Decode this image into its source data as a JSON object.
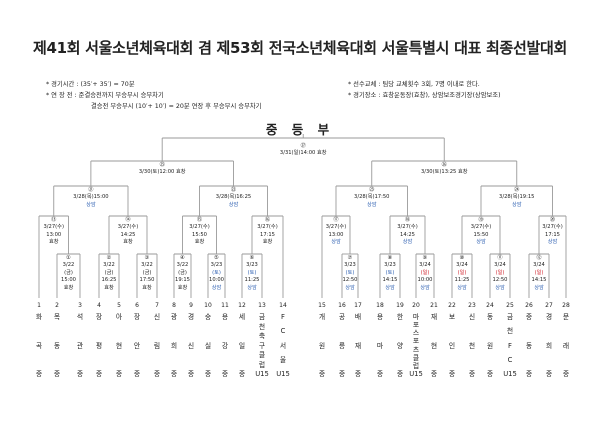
{
  "title": "제41회 서울소년체육대회 겸 제53회 전국소년체육대회 서울특별시 대표 최종선발대회",
  "notes_left": [
    "* 경기시간 : (35′+ 35′) = 70분",
    "* 연 장 전 : 준결승전까지 무승부시 승부차기",
    "결승전 무승부시 (10′+ 10′) = 20분 연장 후 무승부시 승부차기"
  ],
  "notes_right": [
    "* 선수교체 : 팀당 교체횟수 3회, 7명 이내로 한다.",
    "* 경기장소 : 효창운동장(효창), 상암보조경기장(상암보조)"
  ],
  "division": "중 등 부",
  "colors": {
    "blue": "#2a5db0",
    "red": "#d0202a",
    "line": "#9a9a9a"
  },
  "teams": [
    {
      "no": "1",
      "parts": [
        "화",
        "곡",
        "중"
      ]
    },
    {
      "no": "2",
      "parts": [
        "목",
        "동",
        "중"
      ]
    },
    {
      "no": "3",
      "parts": [
        "석",
        "관",
        "중"
      ]
    },
    {
      "no": "4",
      "parts": [
        "장",
        "평",
        "중"
      ]
    },
    {
      "no": "5",
      "parts": [
        "아",
        "현",
        "중"
      ]
    },
    {
      "no": "6",
      "parts": [
        "장",
        "안",
        "중"
      ]
    },
    {
      "no": "7",
      "parts": [
        "신",
        "림",
        "중"
      ]
    },
    {
      "no": "8",
      "parts": [
        "광",
        "희",
        "중"
      ]
    },
    {
      "no": "9",
      "parts": [
        "경",
        "신",
        "중"
      ]
    },
    {
      "no": "10",
      "parts": [
        "숭",
        "실",
        "중"
      ]
    },
    {
      "no": "11",
      "parts": [
        "용",
        "강",
        "중"
      ]
    },
    {
      "no": "12",
      "parts": [
        "세",
        "일",
        "중"
      ]
    },
    {
      "no": "13",
      "parts": [
        "금",
        "천",
        "축",
        "구",
        "클",
        "럽",
        "U15"
      ]
    },
    {
      "no": "14",
      "parts": [
        "F",
        "C",
        "서",
        "울",
        "U15"
      ]
    },
    {
      "no": "15",
      "parts": [
        "개",
        "원",
        "중"
      ]
    },
    {
      "no": "16",
      "parts": [
        "공",
        "릉",
        "중"
      ]
    },
    {
      "no": "17",
      "parts": [
        "배",
        "재",
        "중"
      ]
    },
    {
      "no": "18",
      "parts": [
        "용",
        "마",
        "중"
      ]
    },
    {
      "no": "19",
      "parts": [
        "한",
        "양",
        "중"
      ]
    },
    {
      "no": "20",
      "parts": [
        "마",
        "포",
        "스",
        "포",
        "츠",
        "클",
        "럽",
        "U15"
      ]
    },
    {
      "no": "21",
      "parts": [
        "재",
        "현",
        "중"
      ]
    },
    {
      "no": "22",
      "parts": [
        "보",
        "인",
        "중"
      ]
    },
    {
      "no": "23",
      "parts": [
        "신",
        "천",
        "중"
      ]
    },
    {
      "no": "24",
      "parts": [
        "동",
        "원",
        "중"
      ]
    },
    {
      "no": "25",
      "parts": [
        "금",
        "천",
        "F",
        "C",
        "U15"
      ]
    },
    {
      "no": "26",
      "parts": [
        "중",
        "동",
        "중"
      ]
    },
    {
      "no": "27",
      "parts": [
        "경",
        "희",
        "중"
      ]
    },
    {
      "no": "28",
      "parts": [
        "문",
        "래",
        "중"
      ]
    }
  ],
  "matches": [
    {
      "id": 1,
      "no": "①",
      "round": 1,
      "between": [
        "t2",
        "t3"
      ],
      "lines": [
        {
          "t": "3/22"
        },
        {
          "t": "(금)"
        },
        {
          "t": "15:00"
        },
        {
          "t": "효창"
        }
      ]
    },
    {
      "id": 2,
      "no": "②",
      "round": 1,
      "between": [
        "t4",
        "t5"
      ],
      "lines": [
        {
          "t": "3/22"
        },
        {
          "t": "(금)"
        },
        {
          "t": "16:25"
        },
        {
          "t": "효창"
        }
      ]
    },
    {
      "id": 3,
      "no": "③",
      "round": 1,
      "between": [
        "t6",
        "t7"
      ],
      "lines": [
        {
          "t": "3/22"
        },
        {
          "t": "(금)"
        },
        {
          "t": "17:50"
        },
        {
          "t": "효창"
        }
      ]
    },
    {
      "id": 4,
      "no": "④",
      "round": 1,
      "between": [
        "t8",
        "t9"
      ],
      "lines": [
        {
          "t": "3/22"
        },
        {
          "t": "(금)"
        },
        {
          "t": "19:15"
        },
        {
          "t": "효창"
        }
      ]
    },
    {
      "id": 5,
      "no": "⑤",
      "round": 1,
      "between": [
        "t10",
        "t11"
      ],
      "lines": [
        {
          "t": "3/23"
        },
        {
          "t": "(토)",
          "c": "blue"
        },
        {
          "t": "10:00"
        },
        {
          "t": "상암",
          "c": "blue"
        }
      ]
    },
    {
      "id": 6,
      "no": "⑥",
      "round": 1,
      "between": [
        "t12",
        "t13"
      ],
      "lines": [
        {
          "t": "3/23"
        },
        {
          "t": "(토)",
          "c": "blue"
        },
        {
          "t": "11:25"
        },
        {
          "t": "상암",
          "c": "blue"
        }
      ]
    },
    {
      "id": 7,
      "no": "⑦",
      "round": 1,
      "between": [
        "t16",
        "t17"
      ],
      "lines": [
        {
          "t": "3/23"
        },
        {
          "t": "(토)",
          "c": "blue"
        },
        {
          "t": "12:50"
        },
        {
          "t": "상암",
          "c": "blue"
        }
      ]
    },
    {
      "id": 8,
      "no": "⑧",
      "round": 1,
      "between": [
        "t18",
        "t19"
      ],
      "lines": [
        {
          "t": "3/23"
        },
        {
          "t": "(토)",
          "c": "blue"
        },
        {
          "t": "14:15"
        },
        {
          "t": "상암",
          "c": "blue"
        }
      ]
    },
    {
      "id": 9,
      "no": "⑨",
      "round": 1,
      "between": [
        "t20",
        "t21"
      ],
      "lines": [
        {
          "t": "3/24"
        },
        {
          "t": "(일)",
          "c": "red"
        },
        {
          "t": "10:00"
        },
        {
          "t": "상암",
          "c": "blue"
        }
      ]
    },
    {
      "id": 10,
      "no": "⑩",
      "round": 1,
      "between": [
        "t22",
        "t23"
      ],
      "lines": [
        {
          "t": "3/24"
        },
        {
          "t": "(일)",
          "c": "red"
        },
        {
          "t": "11:25"
        },
        {
          "t": "상암",
          "c": "blue"
        }
      ]
    },
    {
      "id": 11,
      "no": "⑪",
      "round": 1,
      "between": [
        "t24",
        "t25"
      ],
      "lines": [
        {
          "t": "3/24"
        },
        {
          "t": "(일)",
          "c": "red"
        },
        {
          "t": "12:50"
        },
        {
          "t": "상암",
          "c": "blue"
        }
      ]
    },
    {
      "id": 12,
      "no": "⑫",
      "round": 1,
      "between": [
        "t26",
        "t27"
      ],
      "lines": [
        {
          "t": "3/24"
        },
        {
          "t": "(일)",
          "c": "red"
        },
        {
          "t": "14:15"
        },
        {
          "t": "상암",
          "c": "blue"
        }
      ]
    },
    {
      "id": 13,
      "no": "⑬",
      "round": 2,
      "between": [
        "t1",
        "m1"
      ],
      "lines": [
        {
          "t": "3/27(수)"
        },
        {
          "t": "13:00"
        },
        {
          "t": "효창"
        }
      ]
    },
    {
      "id": 14,
      "no": "⑭",
      "round": 2,
      "between": [
        "m2",
        "m3"
      ],
      "lines": [
        {
          "t": "3/27(수)"
        },
        {
          "t": "14:25"
        },
        {
          "t": "효창"
        }
      ]
    },
    {
      "id": 15,
      "no": "⑮",
      "round": 2,
      "between": [
        "m4",
        "m5"
      ],
      "lines": [
        {
          "t": "3/27(수)"
        },
        {
          "t": "15:50"
        },
        {
          "t": "효창"
        }
      ]
    },
    {
      "id": 16,
      "no": "⑯",
      "round": 2,
      "between": [
        "m6",
        "t14"
      ],
      "lines": [
        {
          "t": "3/27(수)"
        },
        {
          "t": "17:15"
        },
        {
          "t": "효창"
        }
      ]
    },
    {
      "id": 17,
      "no": "⑰",
      "round": 2,
      "between": [
        "t15",
        "m7"
      ],
      "lines": [
        {
          "t": "3/27(수)"
        },
        {
          "t": "13:00"
        },
        {
          "t": "상암",
          "c": "blue"
        }
      ]
    },
    {
      "id": 18,
      "no": "⑱",
      "round": 2,
      "between": [
        "m8",
        "m9"
      ],
      "lines": [
        {
          "t": "3/27(수)"
        },
        {
          "t": "14:25"
        },
        {
          "t": "상암",
          "c": "blue"
        }
      ]
    },
    {
      "id": 19,
      "no": "⑲",
      "round": 2,
      "between": [
        "m10",
        "m11"
      ],
      "lines": [
        {
          "t": "3/27(수)"
        },
        {
          "t": "15:50"
        },
        {
          "t": "상암",
          "c": "blue"
        }
      ]
    },
    {
      "id": 20,
      "no": "⑳",
      "round": 2,
      "between": [
        "m12",
        "t28"
      ],
      "lines": [
        {
          "t": "3/27(수)"
        },
        {
          "t": "17:15"
        },
        {
          "t": "상암",
          "c": "blue"
        }
      ]
    },
    {
      "id": 21,
      "no": "㉑",
      "round": 3,
      "between": [
        "m13",
        "m14"
      ],
      "lines": [
        {
          "t": "3/28(목)15:00"
        },
        {
          "t": "상암",
          "c": "blue"
        }
      ]
    },
    {
      "id": 22,
      "no": "㉒",
      "round": 3,
      "between": [
        "m15",
        "m16"
      ],
      "lines": [
        {
          "t": "3/28(목)16:25"
        },
        {
          "t": "상암",
          "c": "blue"
        }
      ]
    },
    {
      "id": 23,
      "no": "㉓",
      "round": 3,
      "between": [
        "m17",
        "m18"
      ],
      "lines": [
        {
          "t": "3/28(목)17:50"
        },
        {
          "t": "상암",
          "c": "blue"
        }
      ]
    },
    {
      "id": 24,
      "no": "㉔",
      "round": 3,
      "between": [
        "m19",
        "m20"
      ],
      "lines": [
        {
          "t": "3/28(목)19:15"
        },
        {
          "t": "상암",
          "c": "blue"
        }
      ]
    },
    {
      "id": 25,
      "no": "㉕",
      "round": 4,
      "between": [
        "m21",
        "m22"
      ],
      "lines": [
        {
          "t": "3/30(토)12:00 효창"
        }
      ]
    },
    {
      "id": 26,
      "no": "㉖",
      "round": 4,
      "between": [
        "m23",
        "m24"
      ],
      "lines": [
        {
          "t": "3/30(토)13:25 효창"
        }
      ]
    },
    {
      "id": 27,
      "no": "㉗",
      "round": 5,
      "between": [
        "m25",
        "m26"
      ],
      "lines": [
        {
          "t": "3/31(일)14:00 효창"
        }
      ]
    }
  ]
}
